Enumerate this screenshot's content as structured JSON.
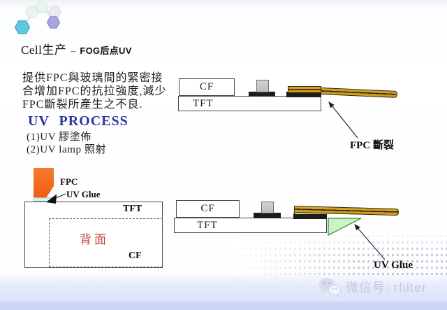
{
  "header": {
    "logo_icon": "hexagon-cluster-icon",
    "title_main": "Cell生产",
    "title_dash": "–",
    "title_sub": "FOG后点UV"
  },
  "intro": {
    "line1": "提供FPC與玻璃間的緊密接",
    "line2": "合增加FPC的抗拉強度,減少",
    "line3": "FPC斷裂所產生之不良.",
    "process_title": "UV PROCESS",
    "step1": "(1)UV 膠塗佈",
    "step2": "(2)UV lamp 照射"
  },
  "diagram_top": {
    "cf_label": "CF",
    "tft_label": "TFT",
    "break_label": "FPC 斷裂"
  },
  "diagram_bottom_left": {
    "fpc_label": "FPC",
    "glue_label": "UV Glue",
    "tft_label": "TFT",
    "back_label": "背面",
    "cf_label": "CF"
  },
  "diagram_bottom_right": {
    "cf_label": "CF",
    "tft_label": "TFT",
    "glue_label": "UV Glue"
  },
  "footer": {
    "wechat_icon": "wechat-icon",
    "wechat_label": "微信号: rfilter"
  },
  "colors": {
    "process_title_blue": "#2a35a0",
    "fpc_gold": "#cc9a1e",
    "fpc_orange": "#ef5c12",
    "uv_glue_green": "#cdf2c6",
    "back_label_red": "#c04343",
    "bottom_band_lavender": "#e4e9fb",
    "bottom_band_blue": "#ccd6f4"
  }
}
